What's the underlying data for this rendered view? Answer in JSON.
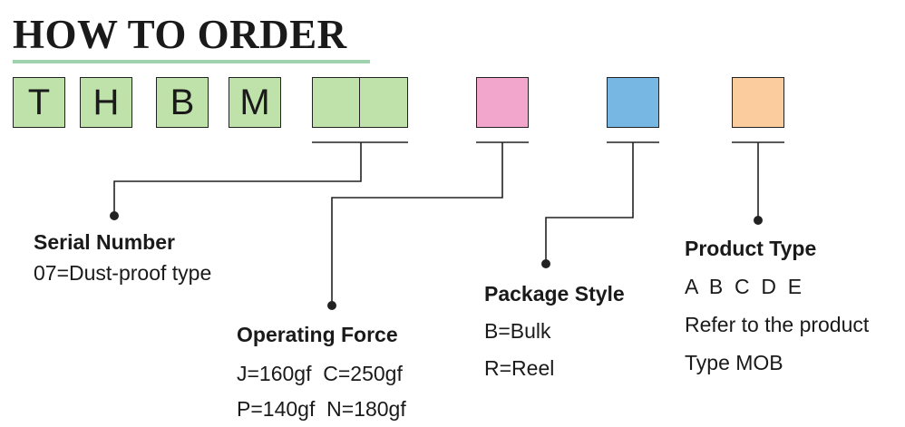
{
  "title": "HOW TO ORDER",
  "code_boxes": {
    "box1": "T",
    "box2": "H",
    "box3": "B",
    "box4": "M",
    "box5": "",
    "box6": "",
    "box7": "",
    "box8": "",
    "box9": ""
  },
  "colors": {
    "serial_number": "#bfe2aa",
    "operating_force": "#f3a6cb",
    "package_style": "#76b7e3",
    "product_type": "#fbcd9e",
    "title_underline": "#9fd3b0"
  },
  "serial_number": {
    "heading": "Serial Number",
    "line1": "07=Dust-proof type"
  },
  "operating_force": {
    "heading": "Operating Force",
    "line1": "J=160gf  C=250gf",
    "line2": "P=140gf  N=180gf"
  },
  "package_style": {
    "heading": "Package Style",
    "line1": "B=Bulk",
    "line2": "R=Reel"
  },
  "product_type": {
    "heading": "Product Type",
    "line1": "A  B  C  D  E",
    "line2": "Refer to the product",
    "line3": "Type MOB"
  }
}
